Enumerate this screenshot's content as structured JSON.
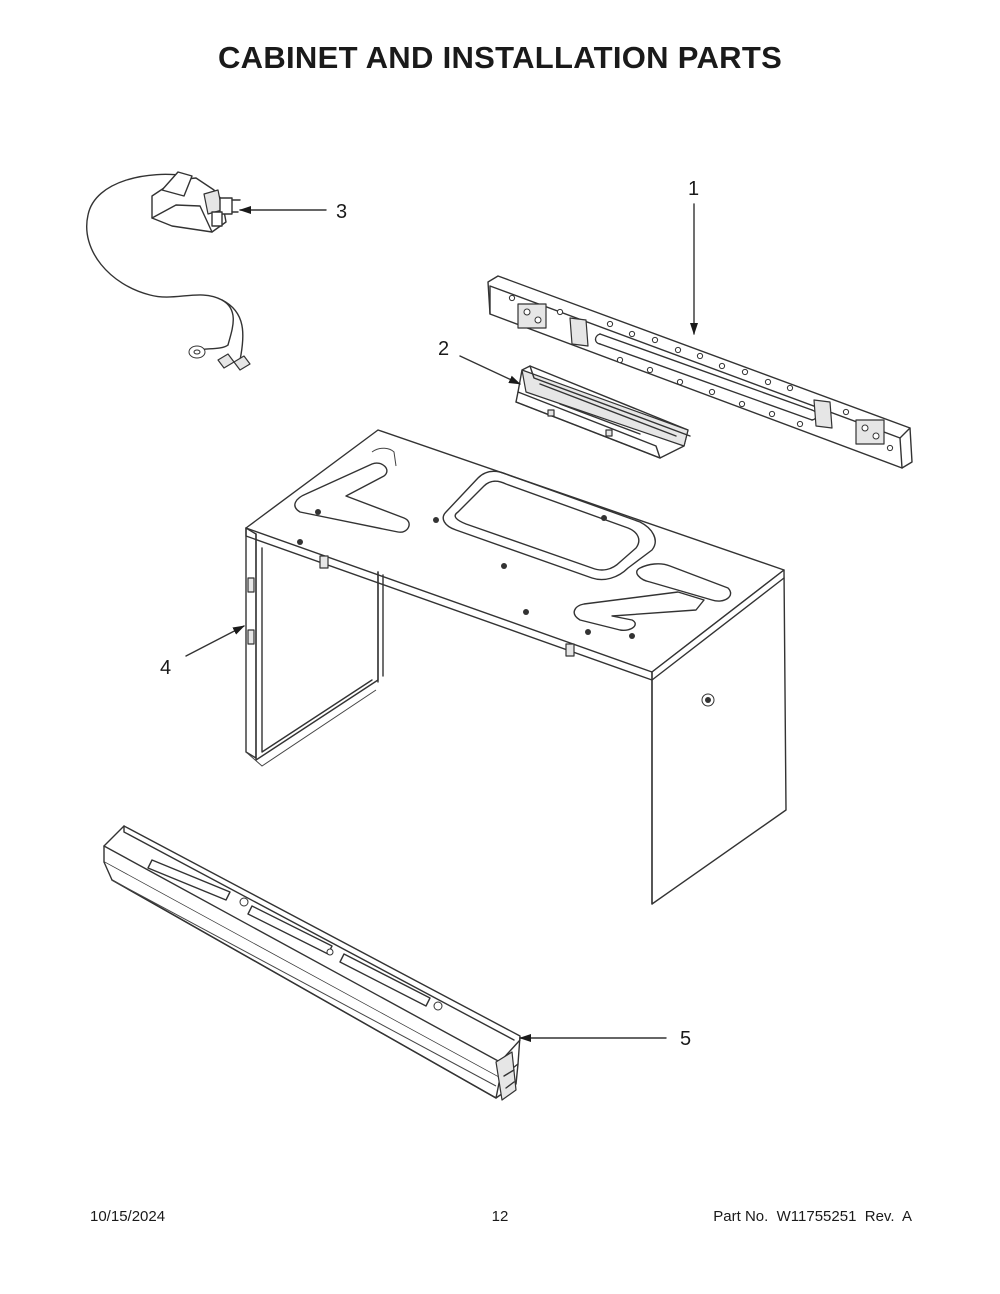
{
  "title": "CABINET AND INSTALLATION PARTS",
  "callouts": [
    {
      "label": "1",
      "part": "mounting plate"
    },
    {
      "label": "2",
      "part": "bracket"
    },
    {
      "label": "3",
      "part": "power cord"
    },
    {
      "label": "4",
      "part": "cabinet"
    },
    {
      "label": "5",
      "part": "bottom rail"
    }
  ],
  "footer": {
    "date": "10/15/2024",
    "page": "12",
    "part_number": "Part No.  W11755251  Rev.  A"
  }
}
